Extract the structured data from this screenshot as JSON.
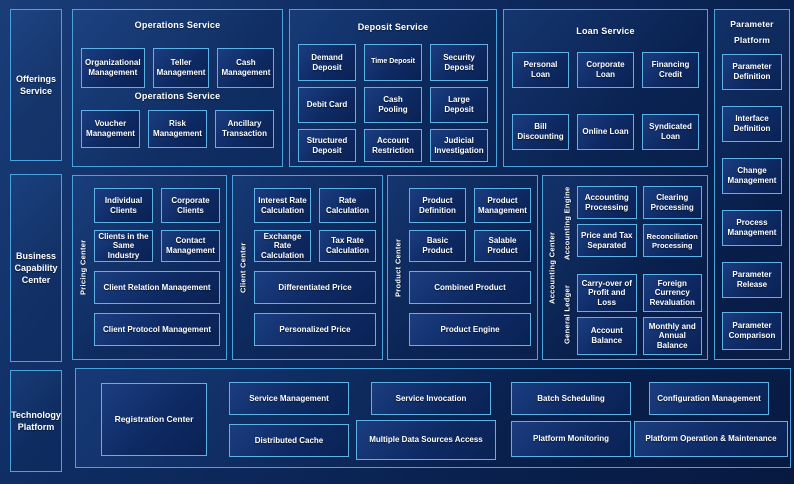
{
  "left_rail": {
    "offerings_service": "Offerings Service",
    "business_capability_center": "Business Capability Center",
    "technology_platform": "Technology Platform"
  },
  "operations_service": {
    "title": "Operations Service",
    "mid_label": "Operations Service",
    "row1": [
      "Organizational Management",
      "Teller Management",
      "Cash Management"
    ],
    "row2": [
      "Voucher Management",
      "Risk Management",
      "Ancillary Transaction"
    ]
  },
  "deposit_service": {
    "title": "Deposit Service",
    "row1": [
      "Demand Deposit",
      "Time Deposit",
      "Security Deposit"
    ],
    "row2": [
      "Debit Card",
      "Cash Pooling",
      "Large Deposit"
    ],
    "row3": [
      "Structured Deposit",
      "Account Restriction",
      "Judicial Investigation"
    ]
  },
  "loan_service": {
    "title": "Loan Service",
    "row1": [
      "Personal Loan",
      "Corporate Loan",
      "Financing Credit"
    ],
    "row2": [
      "Bill Discounting",
      "Online Loan",
      "Syndicated Loan"
    ]
  },
  "parameter_platform": {
    "title": "Parameter Platform",
    "items": [
      "Parameter Definition",
      "Interface Definition",
      "Change Management",
      "Process Management",
      "Parameter Release",
      "Parameter Comparison"
    ]
  },
  "pricing_center": {
    "label": "Pricing Center",
    "small": [
      "Individual Clients",
      "Corporate Clients",
      "Clients in the Same Industry",
      "Contact Management"
    ],
    "wide": [
      "Client Relation Management",
      "Client Protocol Management"
    ]
  },
  "client_center": {
    "label": "Client Center",
    "small": [
      "Interest Rate Calculation",
      "Rate Calculation",
      "Exchange Rate Calculation",
      "Tax Rate Calculation"
    ],
    "wide": [
      "Differentiated Price",
      "Personalized Price"
    ]
  },
  "product_center": {
    "label": "Product Center",
    "small": [
      "Product Definition",
      "Product Management",
      "Basic Product",
      "Salable Product"
    ],
    "wide": [
      "Combined Product",
      "Product Engine"
    ]
  },
  "accounting_center": {
    "label": "Accounting Center",
    "engine_label": "Accounting Engine",
    "ledger_label": "General Ledger",
    "engine_items": [
      "Accounting Processing",
      "Clearing Processing",
      "Price and Tax Separated",
      "Reconciliation Processing"
    ],
    "ledger_items": [
      "Carry-over of Profit and Loss",
      "Foreign Currency Revaluation",
      "Account Balance",
      "Monthly and Annual Balance"
    ]
  },
  "technology_platform_panel": {
    "registration_center": "Registration Center",
    "row1": [
      "Service Management",
      "Service Invocation",
      "Batch Scheduling",
      "Configuration Management"
    ],
    "row2": [
      "Distributed Cache",
      "Multiple Data Sources Access",
      "Platform Monitoring",
      "Platform Operation & Maintenance"
    ]
  },
  "colors": {
    "background": "#0e2c62",
    "panel_border": "#4aa3dd",
    "cell_border": "#5fb2e6",
    "text": "#ffffff"
  }
}
